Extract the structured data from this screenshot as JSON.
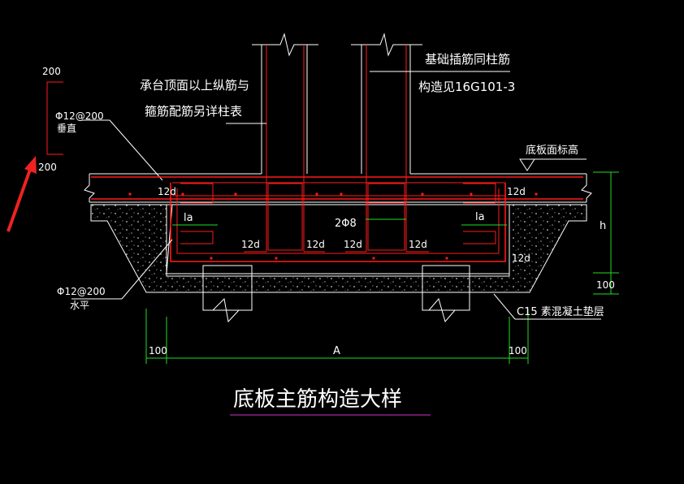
{
  "left_note": {
    "top_value": "200",
    "bottom_value": "200",
    "rebar_vertical": "Φ12@200",
    "rebar_vertical_dir": "垂直",
    "rebar_horizontal": "Φ12@200",
    "rebar_horizontal_dir": "水平"
  },
  "notes": {
    "column_rebar_line1": "承台顶面以上纵筋与",
    "column_rebar_line2": "箍筋配筋另详柱表",
    "dowel_line1": "基础插筋同柱筋",
    "dowel_line2": "构造见16G101-3",
    "top_elevation": "底板面标高",
    "cushion": "C15 素混凝土垫层"
  },
  "labels": {
    "d12_upper_left": "12d",
    "d12_upper_right": "12d",
    "la_left": "la",
    "la_right": "la",
    "phi8": "2Φ8",
    "d12_b1": "12d",
    "d12_b2": "12d",
    "d12_b3": "12d",
    "d12_b4": "12d",
    "d12_lower_right": "12d",
    "h": "h",
    "v100": "100",
    "dim_left": "100",
    "dim_mid": "A",
    "dim_right": "100"
  },
  "title": "底板主筋构造大样",
  "colors": {
    "background": "#000000",
    "outline": "#ffffff",
    "rebar": "#ff1a1a",
    "dimension": "#22dd22",
    "title_underline": "#cc33cc",
    "arrow": "#ee2222"
  }
}
